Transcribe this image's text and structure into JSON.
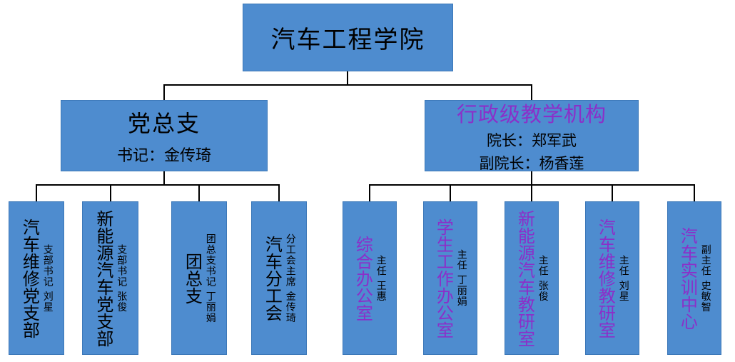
{
  "colors": {
    "box_fill": "#4e8ccf",
    "box_border": "#3c78b8",
    "connector": "#000000",
    "text_primary": "#000000",
    "text_accent_purple": "#8b2fc9"
  },
  "root": {
    "title": "汽车工程学院"
  },
  "left_branch": {
    "title": "党总支",
    "subtitle": "书记：金传琦",
    "children": [
      {
        "title": "汽车维修党支部",
        "role": "支部书记 刘星"
      },
      {
        "title": "新能源汽车党支部",
        "role": "支部书记 张俊"
      },
      {
        "title": "团总支",
        "role": "团总支书记 丁丽娟"
      },
      {
        "title": "汽车分工会",
        "role": "分工会主席 金传琦"
      }
    ]
  },
  "right_branch": {
    "title": "行政级教学机构",
    "subtitle1": "院长：郑军武",
    "subtitle2": "副院长：杨香莲",
    "children": [
      {
        "title": "综合办公室",
        "role": "主任 王惠"
      },
      {
        "title": "学生工作办公室",
        "role": "主任 丁丽娟"
      },
      {
        "title": "新能源汽车教研室",
        "role": "主任 张俊"
      },
      {
        "title": "汽车维修教研室",
        "role": "主任 刘星"
      },
      {
        "title": "汽车实训中心",
        "role": "副主任 史敏智"
      }
    ]
  }
}
